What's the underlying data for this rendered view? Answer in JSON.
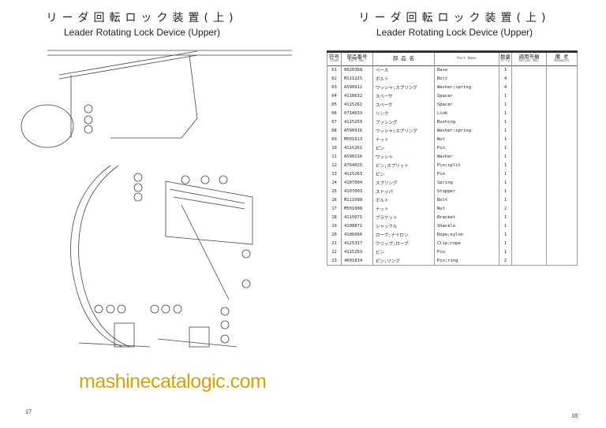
{
  "left_page": {
    "title_jp": "リーダ回転ロック装置(上)",
    "title_en": "Leader Rotating Lock Device (Upper)",
    "page_number": "17"
  },
  "right_page": {
    "title_jp": "リーダ回転ロック装置(上)",
    "title_en": "Leader Rotating Lock Device (Upper)",
    "page_number": "18",
    "headers": {
      "item_jp": "符号",
      "item_en": "Item",
      "part_no_jp": "部品番号",
      "part_no_en": "Part No.",
      "name_jp": "部 品 名",
      "name_en": "Part Name",
      "qty_jp": "数量",
      "qty_en": "Q'ty",
      "serial_jp": "適用号機",
      "serial_en": "Serial No.",
      "remarks_jp": "備 考",
      "remarks_en": "Remarks"
    },
    "rows": [
      {
        "item": "01",
        "part_no": "8020368",
        "name_jp": "ベース",
        "name_en": "Base",
        "qty": "1"
      },
      {
        "item": "02",
        "part_no": "M111225",
        "name_jp": "ボルト",
        "name_en": "Bolt",
        "qty": "4"
      },
      {
        "item": "03",
        "part_no": "A590912",
        "name_jp": "ワッシャ;スプリング",
        "name_en": "Washer;spring",
        "qty": "4"
      },
      {
        "item": "04",
        "part_no": "4118632",
        "name_jp": "スペーサ",
        "name_en": "Spacer",
        "qty": "1"
      },
      {
        "item": "05",
        "part_no": "4115262",
        "name_jp": "スペーサ",
        "name_en": "Spacer",
        "qty": "1"
      },
      {
        "item": "06",
        "part_no": "0714633",
        "name_jp": "リンク",
        "name_en": "Link",
        "qty": "1"
      },
      {
        "item": "07",
        "part_no": "4115259",
        "name_jp": "ブッシング",
        "name_en": "Bushing",
        "qty": "1"
      },
      {
        "item": "08",
        "part_no": "A590916",
        "name_jp": "ワッシャ;スプリング",
        "name_en": "Washer;spring",
        "qty": "1"
      },
      {
        "item": "09",
        "part_no": "M501613",
        "name_jp": "ナット",
        "name_en": "Nut",
        "qty": "1"
      },
      {
        "item": "10",
        "part_no": "4115261",
        "name_jp": "ピン",
        "name_en": "Pin",
        "qty": "1"
      },
      {
        "item": "11",
        "part_no": "A590116",
        "name_jp": "ワッシャ",
        "name_en": "Washer",
        "qty": "1"
      },
      {
        "item": "12",
        "part_no": "A764025",
        "name_jp": "ピン;スプリット",
        "name_en": "Pin;split",
        "qty": "1"
      },
      {
        "item": "13",
        "part_no": "4115263",
        "name_jp": "ピン",
        "name_en": "Pin",
        "qty": "1"
      },
      {
        "item": "14",
        "part_no": "4107004",
        "name_jp": "スプリング",
        "name_en": "Spring",
        "qty": "1"
      },
      {
        "item": "15",
        "part_no": "4107003",
        "name_jp": "ストッパ",
        "name_en": "Stopper",
        "qty": "1"
      },
      {
        "item": "16",
        "part_no": "M111090",
        "name_jp": "ボルト",
        "name_en": "Bolt",
        "qty": "1"
      },
      {
        "item": "17",
        "part_no": "M501008",
        "name_jp": "ナット",
        "name_en": "Nut",
        "qty": "2"
      },
      {
        "item": "18",
        "part_no": "4115071",
        "name_jp": "ブラケット",
        "name_en": "Bracket",
        "qty": "1"
      },
      {
        "item": "19",
        "part_no": "4108871",
        "name_jp": "シャックル",
        "name_en": "Shackle",
        "qty": "1"
      },
      {
        "item": "20",
        "part_no": "4106066",
        "name_jp": "ロープ;ナイロン",
        "name_en": "Rope;nylon",
        "qty": "1"
      },
      {
        "item": "21",
        "part_no": "4125317",
        "name_jp": "クリップ;ロープ",
        "name_en": "Clip;rope",
        "qty": "1"
      },
      {
        "item": "22",
        "part_no": "4115263",
        "name_jp": "ピン",
        "name_en": "Pin",
        "qty": "1"
      },
      {
        "item": "23",
        "part_no": "4001834",
        "name_jp": "ピン;リング",
        "name_en": "Pin;ring",
        "qty": "2"
      }
    ]
  },
  "watermark": "mashinecatalogic.com"
}
